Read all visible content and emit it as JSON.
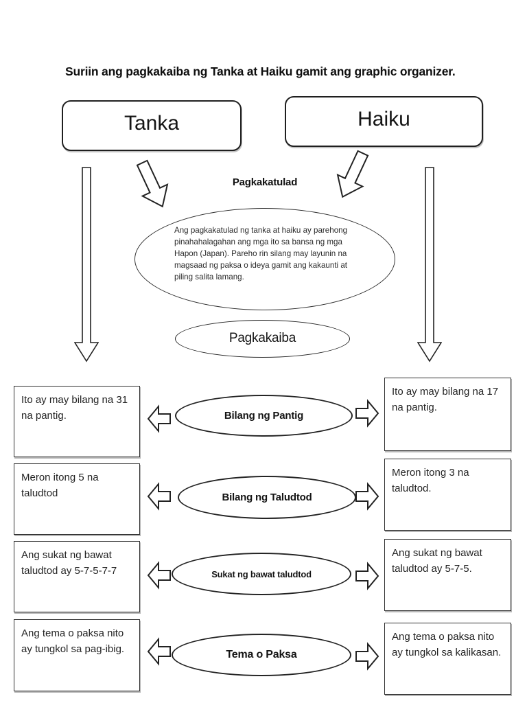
{
  "title": "Suriin ang pagkakaiba ng Tanka at Haiku gamit ang graphic organizer.",
  "columns": {
    "left_label": "Tanka",
    "right_label": "Haiku"
  },
  "similarities": {
    "label": "Pagkakatulad",
    "text": "Ang pagkakatulad ng tanka at haiku ay parehong pinahahalagahan ang mga ito sa bansa ng mga Hapon (Japan). Pareho rin silang may layunin na magsaad ng paksa o ideya gamit ang kakaunti at piling salita lamang."
  },
  "differences_label": "Pagkakaiba",
  "rows": [
    {
      "category": "Bilang ng Pantig",
      "tanka": "Ito ay may bilang na 31 na pantig.",
      "haiku": "Ito ay may bilang na 17 na pantig."
    },
    {
      "category": "Bilang ng Taludtod",
      "tanka": "Meron itong 5 na taludtod",
      "haiku": "Meron itong 3 na taludtod."
    },
    {
      "category": "Sukat ng bawat taludtod",
      "tanka": "Ang sukat ng bawat taludtod ay 5-7-5-7-7",
      "haiku": "Ang sukat ng bawat taludtod ay 5-7-5."
    },
    {
      "category": "Tema o Paksa",
      "tanka": "Ang tema o paksa nito ay tungkol sa pag-ibig.",
      "haiku": "Ang tema o paksa nito ay tungkol sa kalikasan."
    }
  ],
  "colors": {
    "ink": "#1f1f1f",
    "background": "#ffffff"
  }
}
